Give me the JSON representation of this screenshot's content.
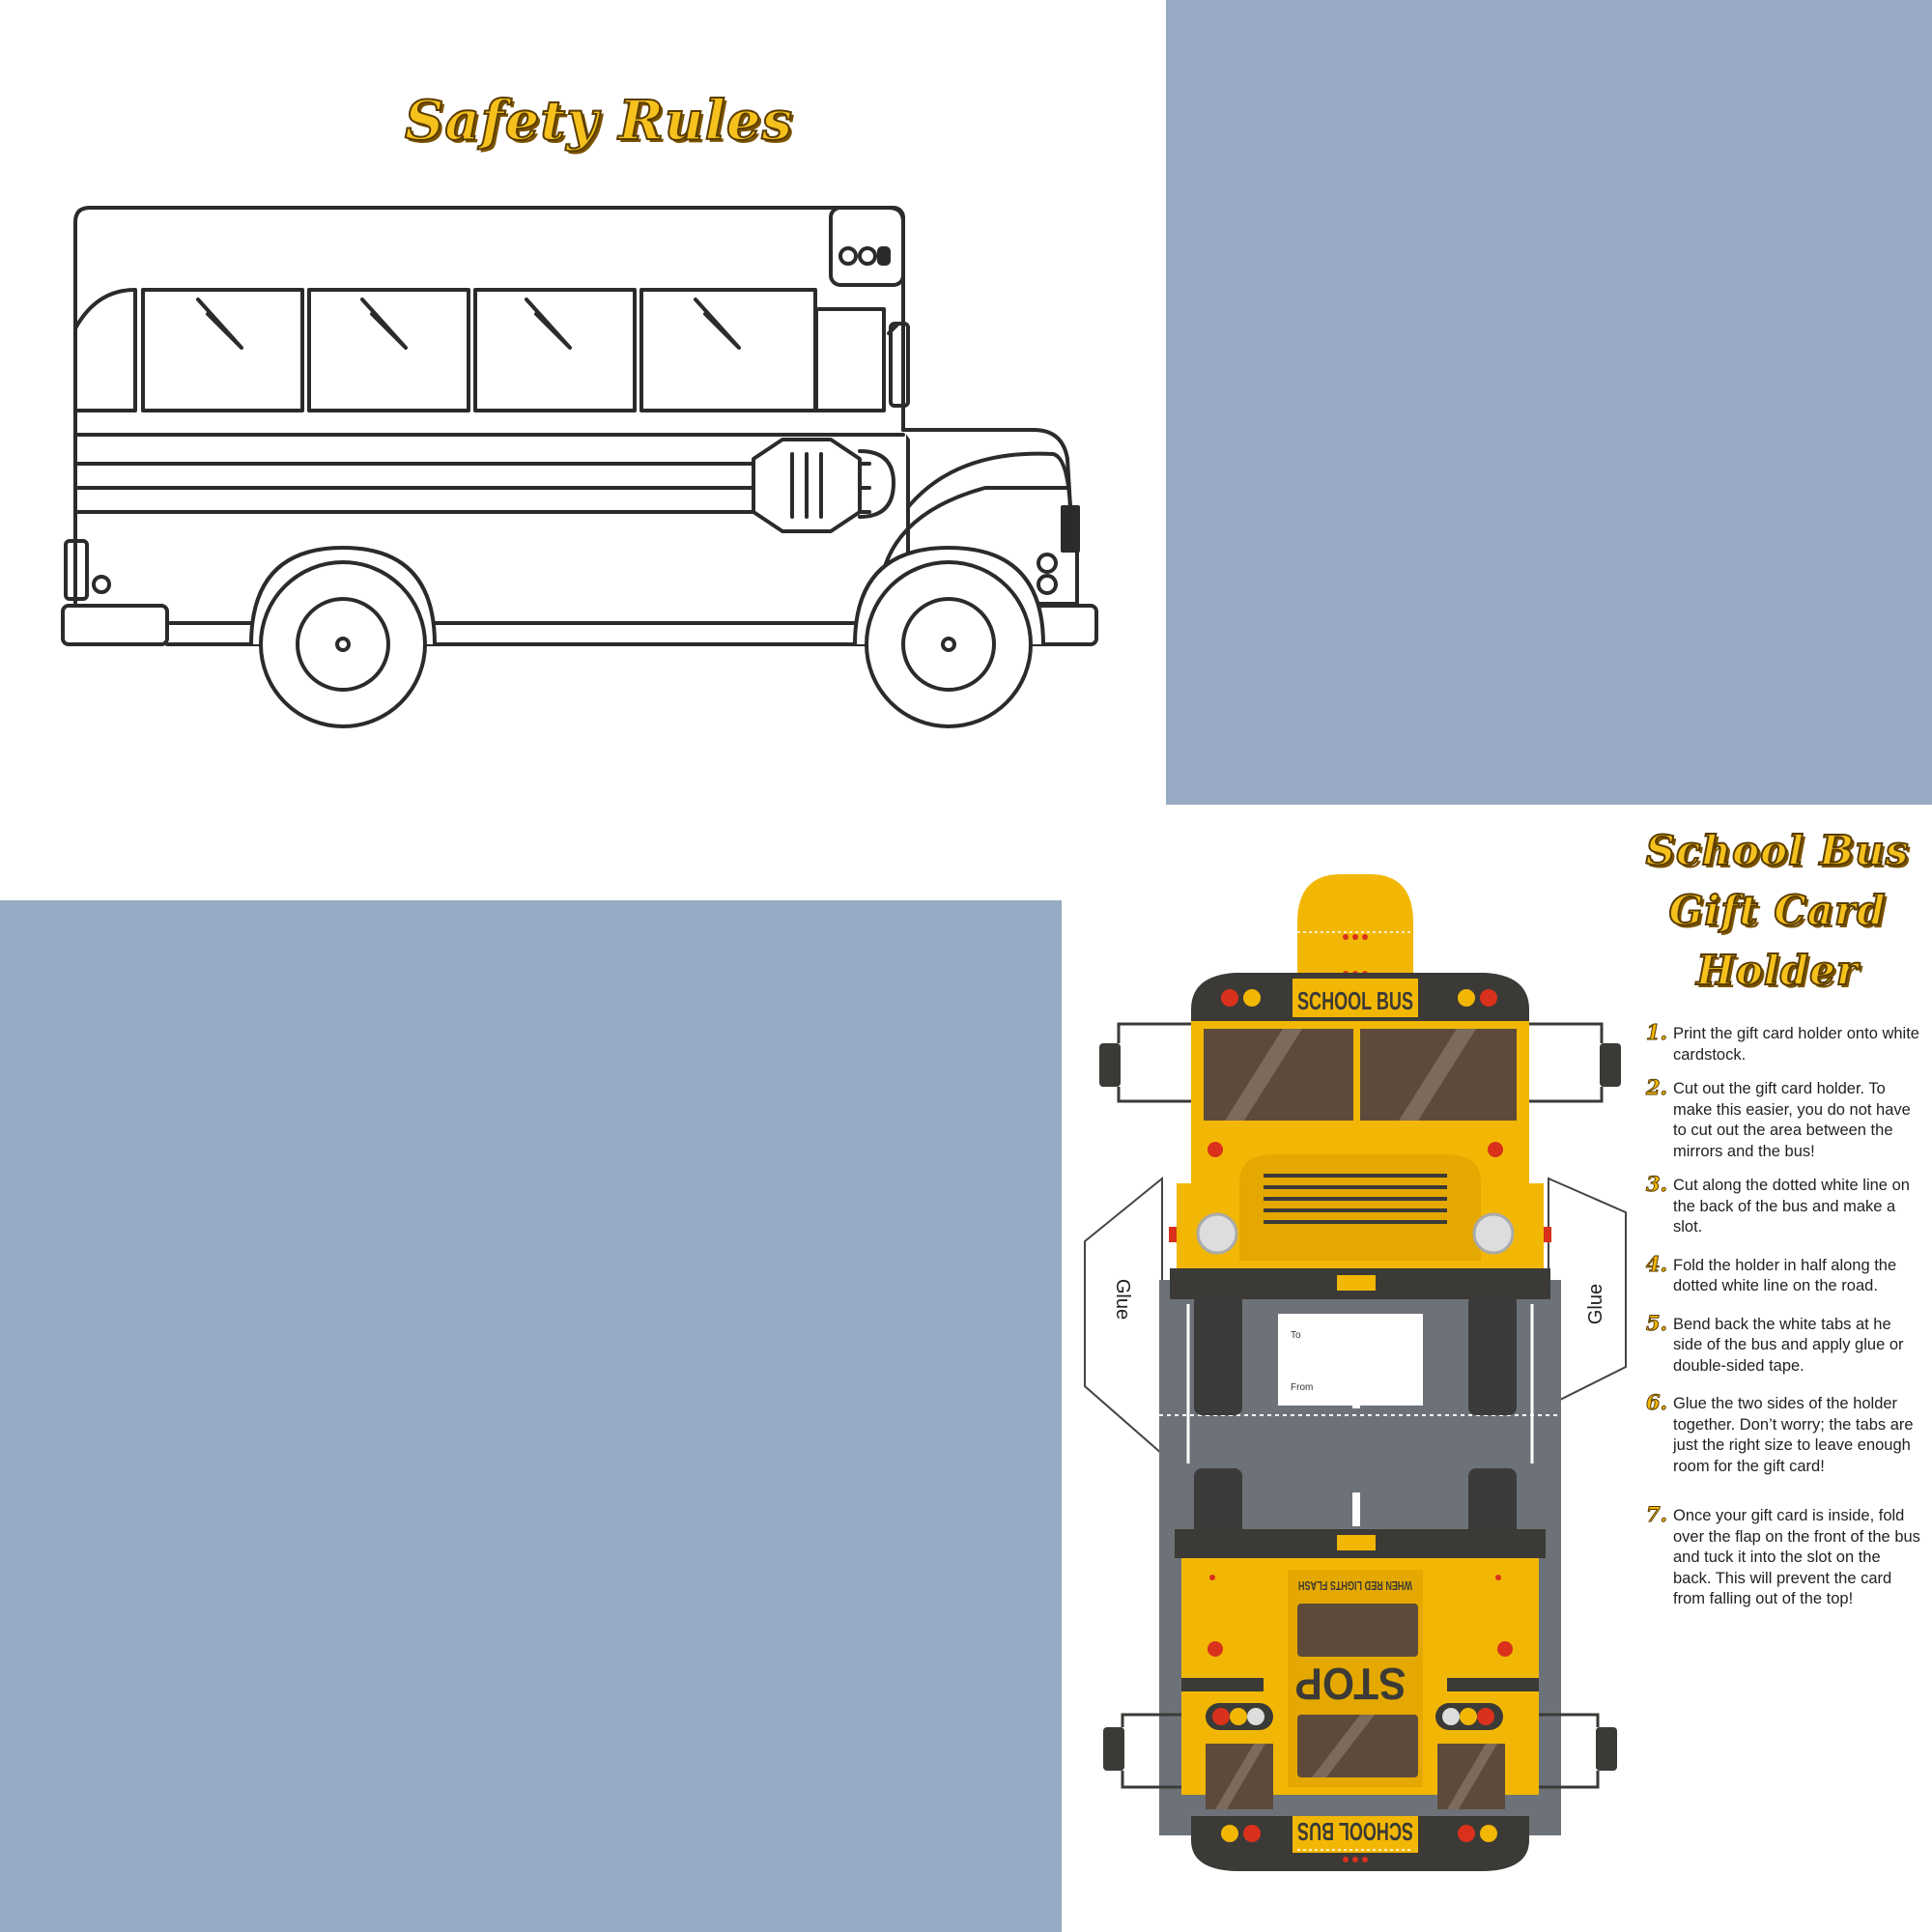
{
  "safety": {
    "title": "Safety Rules"
  },
  "gift_card": {
    "title_lines": [
      "School Bus",
      "Gift Card",
      "Holder"
    ],
    "steps": [
      {
        "num": "1.",
        "text": "Print the gift card holder onto white cardstock."
      },
      {
        "num": "2.",
        "text": "Cut out the gift card holder. To make this easier, you do not have to cut out the area between the mirrors and the bus!"
      },
      {
        "num": "3.",
        "text": "Cut along the dotted white line on the back of the bus and make a slot."
      },
      {
        "num": "4.",
        "text": "Fold the holder in half along the dotted white line on the road."
      },
      {
        "num": "5.",
        "text": "Bend back the white tabs at he side of the bus and apply glue or double-sided tape."
      },
      {
        "num": "6.",
        "text": "Glue the two sides of the holder together. Don’t worry; the tabs are just the right size to leave enough room for the gift card!"
      },
      {
        "num": "7.",
        "text": "Once your gift card is inside, fold over the flap on the front of the bus and tuck it into the slot on the back. This will prevent the card from falling out of the top!"
      }
    ],
    "bus_labels": {
      "front_sign": "SCHOOL BUS",
      "rear_sign": "SCHOOL BUS",
      "warning": "WHEN RED LIGHTS FLASH",
      "stop": "STOP",
      "glue_left": "Glue",
      "glue_right": "Glue",
      "to_label": "To",
      "from_label": "From"
    }
  },
  "colors": {
    "blue_panel": "#99abc4",
    "bus_yellow": "#f2b705",
    "road_gray": "#6d7278",
    "title_yellow": "#f6c11c"
  }
}
